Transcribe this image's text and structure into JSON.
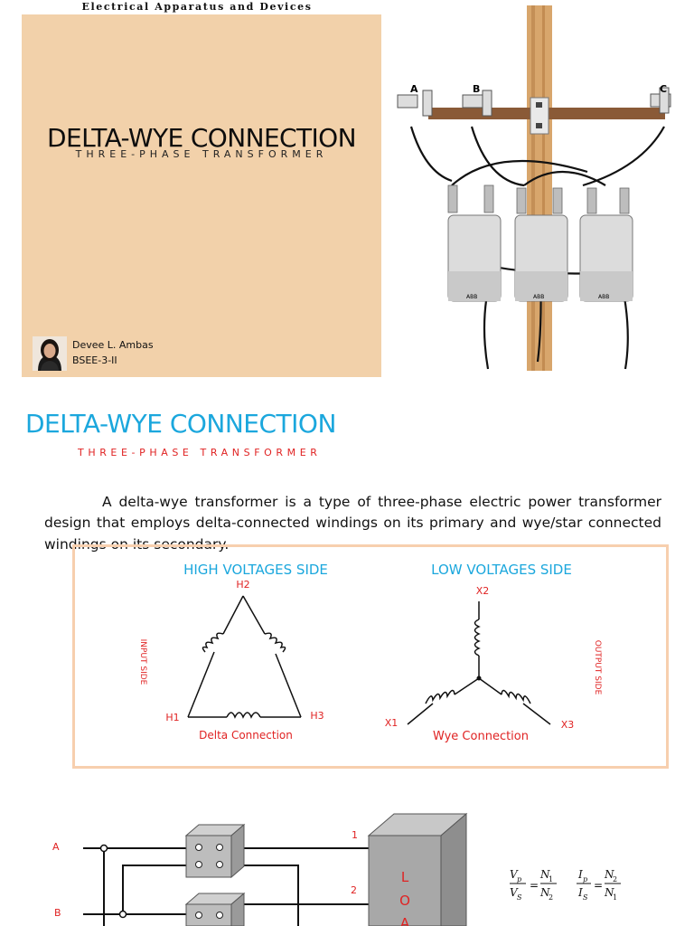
{
  "header": {
    "book_title": "Electrical Apparatus and Devices"
  },
  "cover": {
    "title": "DELTA-WYE CONNECTION",
    "subtitle": "THREE-PHASE TRANSFORMER",
    "author_name": "Devee L. Ambas",
    "author_class": "BSEE-3-II"
  },
  "pole_photo": {
    "phase_labels": [
      "A",
      "B",
      "C"
    ],
    "brand": "ABB"
  },
  "section": {
    "title": "DELTA-WYE CONNECTION",
    "subtitle": "THREE-PHASE TRANSFORMER",
    "paragraph": "A delta-wye transformer is a type of three-phase electric power transformer design that employs delta-connected windings on its primary and wye/star connected windings on its secondary."
  },
  "diagram": {
    "high_side_label": "HIGH VOLTAGES SIDE",
    "low_side_label": "LOW VOLTAGES SIDE",
    "input_side": "INPUT SIDE",
    "output_side": "OUTPUT SIDE",
    "delta": {
      "h1": "H1",
      "h2": "H2",
      "h3": "H3",
      "caption": "Delta Connection"
    },
    "wye": {
      "x1": "X1",
      "x2": "X2",
      "x3": "X3",
      "caption": "Wye Connection"
    }
  },
  "bottom_figure": {
    "line_a": "A",
    "line_b": "B",
    "terminal_1": "1",
    "terminal_2": "2",
    "load_letters": [
      "L",
      "O",
      "A"
    ]
  },
  "colors": {
    "cover_bg": "#f2d1aa",
    "title_blue": "#1ba7dd",
    "accent_red": "#e02323",
    "box_border": "#f7cfae"
  }
}
